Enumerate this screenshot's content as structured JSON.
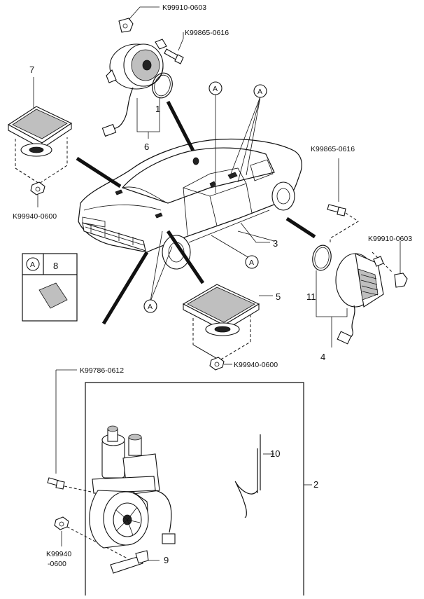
{
  "labels": {
    "k99910_top": "K99910-0603",
    "k99865_top": "K99865-0616",
    "k99940_left": "K99940-0600",
    "k99865_right": "K99865-0616",
    "k99910_right": "K99910-0603",
    "k99940_mid": "K99940-0600",
    "k99786": "K99786-0612",
    "k99940_bottom_a": "K99940",
    "k99940_bottom_b": "-0600"
  },
  "numbers": {
    "n1": "1",
    "n2": "2",
    "n3": "3",
    "n4": "4",
    "n5": "5",
    "n6": "6",
    "n7": "7",
    "n8": "8",
    "n9": "9",
    "n10": "10",
    "n11": "11"
  },
  "callout": "A"
}
